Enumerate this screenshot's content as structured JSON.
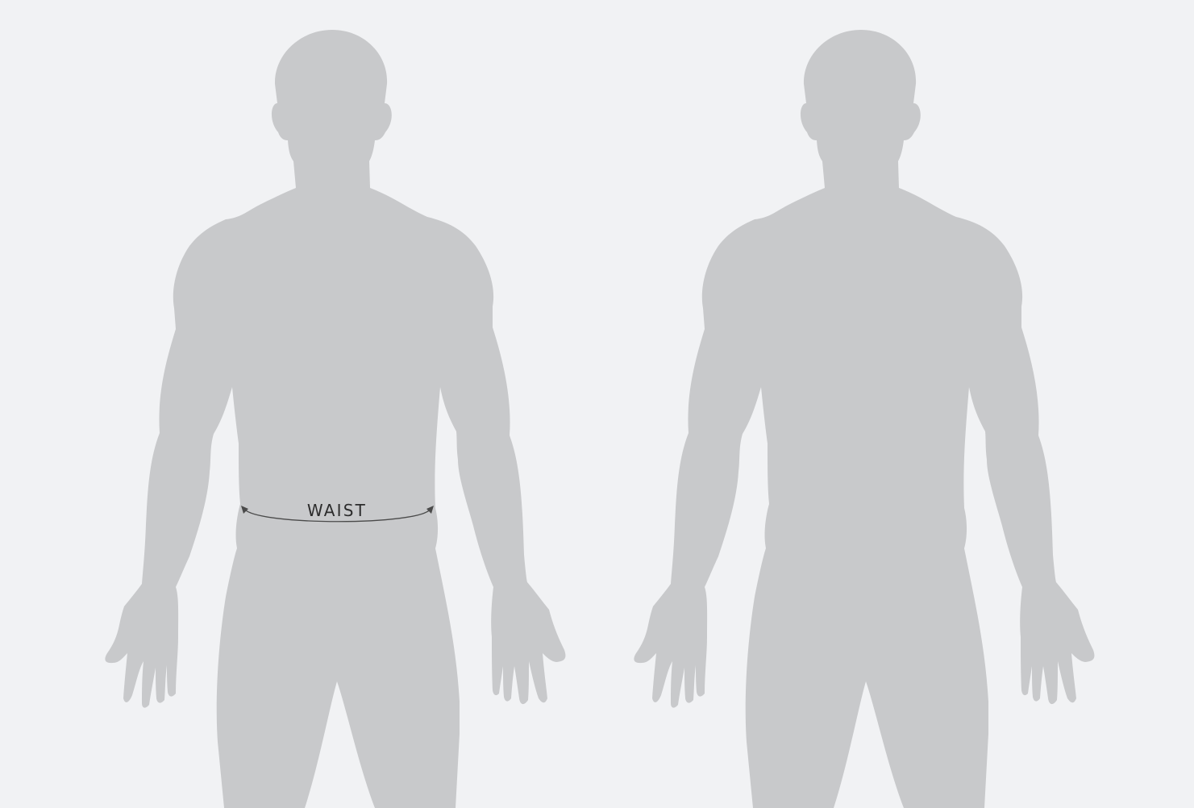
{
  "figures": [
    {
      "name": "figure-left"
    },
    {
      "name": "figure-right"
    }
  ],
  "measurement": {
    "label": "WAIST"
  },
  "colors": {
    "background": "#f1f2f4",
    "silhouette": "#c8c9cb",
    "annotation": "#4a4a4a"
  }
}
